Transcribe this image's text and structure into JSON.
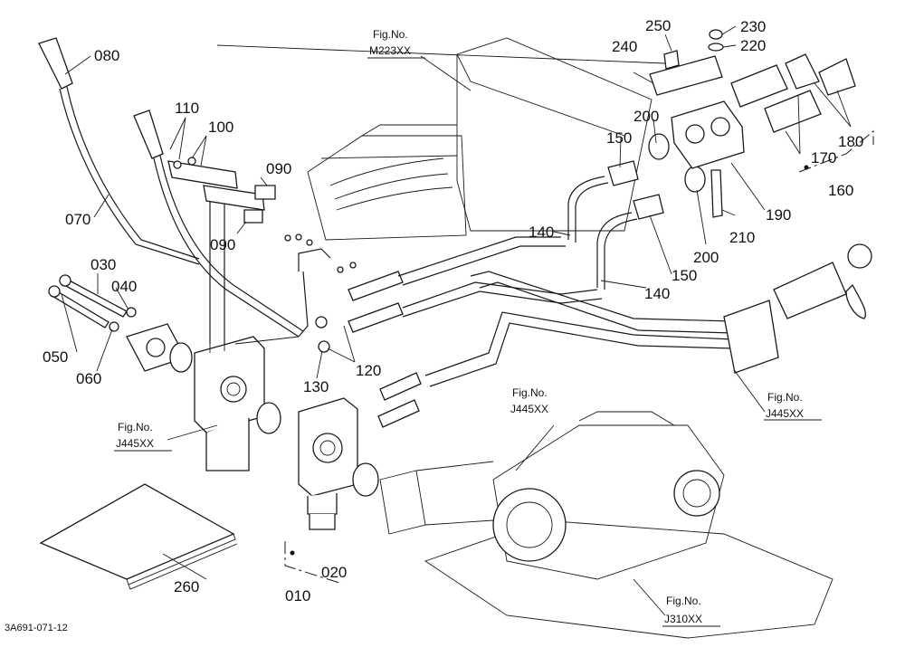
{
  "labels": {
    "p010": "010",
    "p020": "020",
    "p030": "030",
    "p040": "040",
    "p050": "050",
    "p060": "060",
    "p070": "070",
    "p080": "080",
    "p090a": "090",
    "p090b": "090",
    "p100": "100",
    "p110": "110",
    "p120": "120",
    "p130": "130",
    "p140a": "140",
    "p140b": "140",
    "p150a": "150",
    "p150b": "150",
    "p160": "160",
    "p170": "170",
    "p180": "180",
    "p190": "190",
    "p200a": "200",
    "p200b": "200",
    "p210": "210",
    "p220": "220",
    "p230": "230",
    "p240": "240",
    "p250": "250",
    "p260": "260"
  },
  "figrefs": {
    "m223_title": "Fig.No.",
    "m223_code": "M223XX",
    "j445l_title": "Fig.No.",
    "j445l_code": "J445XX",
    "j445c_title": "Fig.No.",
    "j445c_code": "J445XX",
    "j445r_title": "Fig.No.",
    "j445r_code": "J445XX",
    "j310_title": "Fig.No.",
    "j310_code": "J310XX"
  },
  "drawing_id": "3A691-071-12"
}
